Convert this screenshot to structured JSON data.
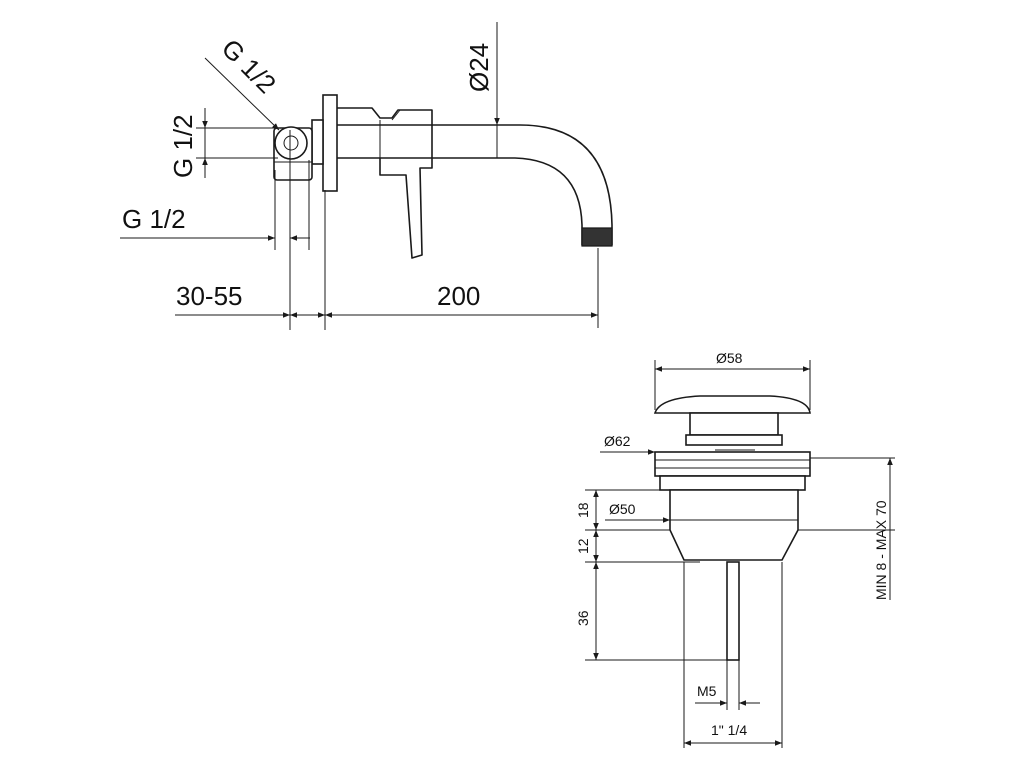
{
  "faucet": {
    "label_g12_diag": "G 1/2",
    "label_g12_vert": "G 1/2",
    "label_g12_horiz": "G 1/2",
    "label_d24": "Ø24",
    "label_30_55": "30-55",
    "label_200": "200"
  },
  "drain": {
    "label_d58": "Ø58",
    "label_d62": "Ø62",
    "label_d50": "Ø50",
    "label_18": "18",
    "label_12": "12",
    "label_36": "36",
    "label_m5": "M5",
    "label_114": "1\" 1/4",
    "label_min_max": "MIN 8 - MAX 70"
  }
}
